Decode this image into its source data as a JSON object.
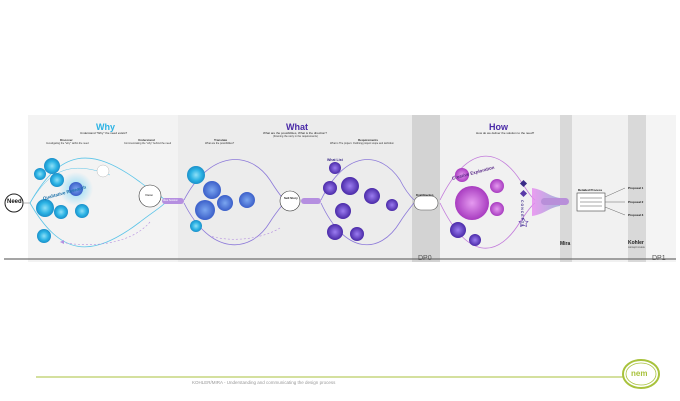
{
  "sections": {
    "why": {
      "title": "Why",
      "subtitle": "Understand \"Why\" the need exists?",
      "color": "#2cb3e4"
    },
    "what": {
      "title": "What",
      "subtitle": "What are the possibilities, What is the direction?",
      "subtitle2": "(Framing the story in the requirements)",
      "color": "#4a2aa8"
    },
    "how": {
      "title": "How",
      "subtitle": "How do we deliver the solution to the need?",
      "color": "#4a2aa8"
    }
  },
  "phases": {
    "discover": {
      "label": "Discover",
      "desc": "Investigating the \"why\" within the need"
    },
    "understand": {
      "label": "Understand",
      "desc": "Communicating the \"why\" behind the need"
    },
    "translate": {
      "label": "Translate",
      "desc": "What are the possibilities?"
    },
    "requirements": {
      "label": "Requirements",
      "desc": "What is The project. Outlining project scope and definition"
    }
  },
  "nodes": {
    "need": "Need",
    "qualitative_research": "Qualitative Research",
    "what_list": "What List",
    "creative_exploration": "Creative Exploration",
    "concepts": "CONCEPTS",
    "vision": "Vision",
    "sell_story": "Sell Story",
    "idea_session": "Idea Session",
    "final_direction": "Final Direction",
    "detailed_process": "Detailed Process",
    "proposals": [
      "Proposal 1",
      "Proposal 2",
      "Proposal 3"
    ]
  },
  "milestones": {
    "dp0": "DP0",
    "dp1": "DP1",
    "mira": "Mira",
    "kohler": "Kohler",
    "kohler_sub": "concept review"
  },
  "footer": {
    "caption": "KOHLER/MIRA - Understanding and communicating the design process",
    "logo_text": "nem"
  }
}
